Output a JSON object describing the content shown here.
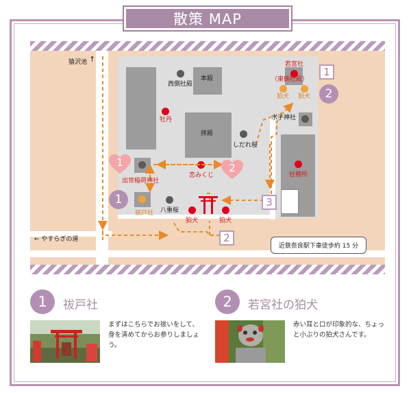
{
  "title": "散策 MAP",
  "map": {
    "labels": {
      "sarusawa": "猿沢池",
      "nishigawa": "西側社殿",
      "honden": "本殿",
      "wakamiya": "若宮社",
      "wakamiya_sub": "（東側社殿）",
      "botan": "牡丹",
      "komainu_top1": "狛犬",
      "komainu_top2": "狛犬",
      "mizuko": "水子神社",
      "haiden": "拝殿",
      "shidarezakura": "しだれ桜",
      "shamusho": "社務所",
      "izumo": "出世稲荷神社",
      "koimikuji": "恋みくじ",
      "haraedo": "祓戸社",
      "yaezakura": "八重桜",
      "komainu_bot1": "狛犬",
      "komainu_bot2": "狛犬",
      "yasuragi": "← やすらぎの道",
      "north_arrow": "↑"
    },
    "markers": {
      "sq1": "1",
      "sq2": "2",
      "sq3": "3",
      "circ1": "1",
      "circ2": "2",
      "heart1": "1",
      "heart2": "2"
    },
    "note": "近鉄奈良駅下車徒歩約 15 分"
  },
  "spots": [
    {
      "num": "1",
      "title": "祓戸社",
      "desc_line1": "まずはこちらでお祓いをして、",
      "desc_line2": "身を清めてからお参りしましょ",
      "desc_line3": "う。"
    },
    {
      "num": "2",
      "title": "若宮社の狛犬",
      "desc_line1": "赤い耳と口が印象的な、ちょっ",
      "desc_line2": "と小ぶりの狛犬さんです。"
    }
  ],
  "colors": {
    "accent": "#b390b3",
    "road": "#f2d5bb",
    "route": "#e8892a",
    "shrine_red": "#e0001b"
  }
}
